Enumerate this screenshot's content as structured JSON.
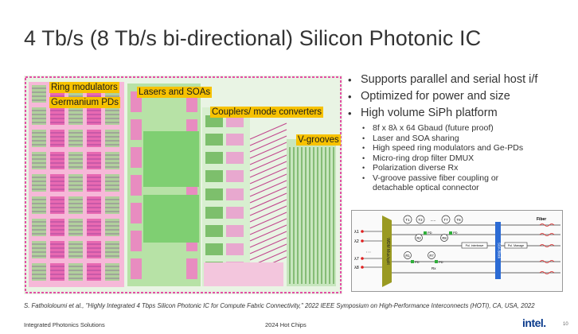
{
  "title": "4 Tb/s (8 Tb/s bi-directional) Silicon Photonic IC",
  "chip_labels": {
    "ring": "Ring modulators",
    "ge": "Germanium PDs",
    "lasers": "Lasers and SOAs",
    "couplers": "Couplers/ mode converters",
    "vgrooves": "V-grooves"
  },
  "bullets": {
    "items": [
      "Supports parallel and serial host i/f",
      "Optimized for power and size",
      "High volume SiPh platform"
    ],
    "sub_items": [
      "8f x 8λ x 64 Gbaud (future proof)",
      "Laser and SOA sharing",
      "High speed ring modulators and Ge-PDs",
      "Micro-ring drop filter DMUX",
      "Polarization diverse Rx",
      "V-groove passive fiber coupling or",
      "detachable optical connector"
    ]
  },
  "diagram": {
    "lambdas": [
      "λ1",
      "λ2",
      "λ7",
      "λ8"
    ],
    "mux_label": "WDM Mux/split",
    "tx_rings": [
      "T1",
      "T2",
      "T7",
      "T8"
    ],
    "rx_rings": [
      "R2",
      "R8",
      "R1",
      "R7"
    ],
    "pd": "PD",
    "rx": "Rx",
    "pol_interleave": "Pol. interleave",
    "pol_manage": "Pol. Manage",
    "soa": "SOA Block",
    "fiber": "Fiber",
    "ellipsis": "....."
  },
  "citation": "S. Fathololoumi et al., \"Highly Integrated 4 Tbps Silicon Photonic IC for Compute Fabric Connectivity,\" 2022 IEEE Symposium on High-Performance Interconnects (HOTI), CA, USA, 2022",
  "footer": {
    "left": "Integrated Photonics Solutions",
    "center": "2024 Hot Chips",
    "logo": "intel.",
    "page": "10"
  },
  "colors": {
    "highlight": "#f7c200",
    "chip_green": "#8fd67c",
    "chip_magenta": "#e34fa5",
    "diagram_blue": "#2c6bd4",
    "mux_olive": "#9a9a22"
  }
}
